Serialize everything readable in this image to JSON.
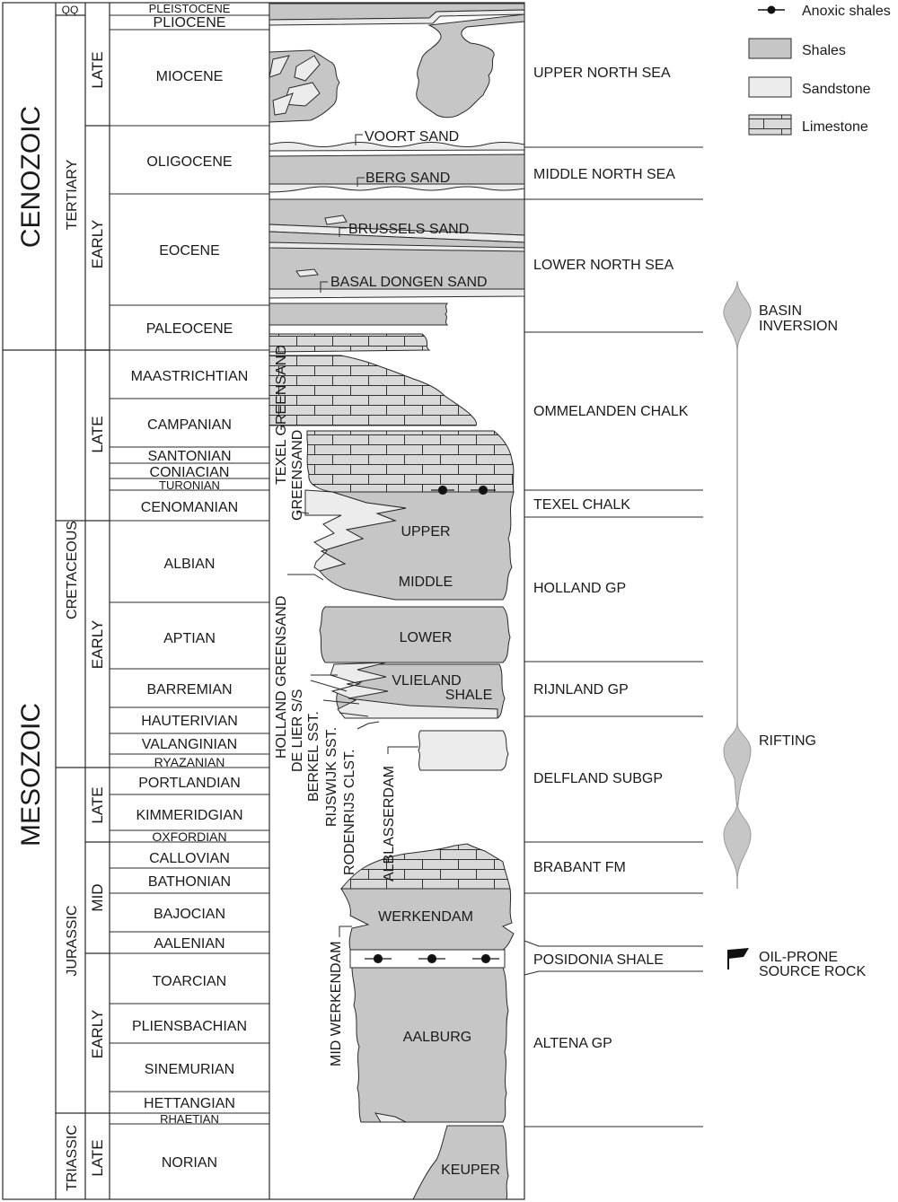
{
  "eras": [
    "CENOZOIC",
    "MESOZOIC"
  ],
  "periods": [
    "QQ",
    "TERTIARY",
    "CRETACEOUS",
    "JURASSIC",
    "TRIASSIC"
  ],
  "subdivisions": {
    "tertiary_late": "LATE",
    "tertiary_early": "EARLY",
    "cretaceous_late": "LATE",
    "cretaceous_early": "EARLY",
    "jurassic_late": "LATE",
    "jurassic_mid": "MID",
    "jurassic_early": "EARLY",
    "triassic_late": "LATE"
  },
  "stages": [
    "PLEISTOCENE",
    "PLIOCENE",
    "MIOCENE",
    "OLIGOCENE",
    "EOCENE",
    "PALEOCENE",
    "MAASTRICHTIAN",
    "CAMPANIAN",
    "SANTONIAN",
    "CONIACIAN",
    "TURONIAN",
    "CENOMANIAN",
    "ALBIAN",
    "APTIAN",
    "BARREMIAN",
    "HAUTERIVIAN",
    "VALANGINIAN",
    "RYAZANIAN",
    "PORTLANDIAN",
    "KIMMERIDGIAN",
    "OXFORDIAN",
    "CALLOVIAN",
    "BATHONIAN",
    "BAJOCIAN",
    "AALENIAN",
    "TOARCIAN",
    "PLIENSBACHIAN",
    "SINEMURIAN",
    "HETTANGIAN",
    "RHAETIAN",
    "NORIAN"
  ],
  "lithology_labels": [
    "VOORT SAND",
    "BERG SAND",
    "BRUSSELS SAND",
    "BASAL DONGEN SAND",
    "TEXEL GREENSAND",
    "UPPER",
    "MIDDLE",
    "LOWER",
    "VLIELAND",
    "SHALE",
    "HOLLAND GREENSAND",
    "DE LIER S/S",
    "BERKEL SST.",
    "RIJSWIJK SST.",
    "RODENRIJS CLST.",
    "ALBLASSERDAM",
    "WERKENDAM",
    "MID WERKENDAM",
    "AALBURG",
    "KEUPER"
  ],
  "units": [
    "UPPER NORTH SEA",
    "MIDDLE NORTH SEA",
    "LOWER NORTH SEA",
    "OMMELANDEN CHALK",
    "TEXEL CHALK",
    "HOLLAND GP",
    "RIJNLAND GP",
    "DELFLAND SUBGP",
    "BRABANT FM",
    "POSIDONIA SHALE",
    "ALTENA GP"
  ],
  "legend": [
    "Anoxic shales",
    "Shales",
    "Sandstone",
    "Limestone"
  ],
  "events": {
    "basin_inversion": [
      "BASIN",
      "INVERSION"
    ],
    "rifting": "RIFTING",
    "source_rock": [
      "OIL-PRONE",
      "SOURCE ROCK"
    ]
  },
  "colors": {
    "shale": "#c6c6c6",
    "sandstone": "#ececec",
    "limestone": "#d9d9d9",
    "line": "#2a2a2a",
    "tectonic": "#b5b5b5"
  }
}
